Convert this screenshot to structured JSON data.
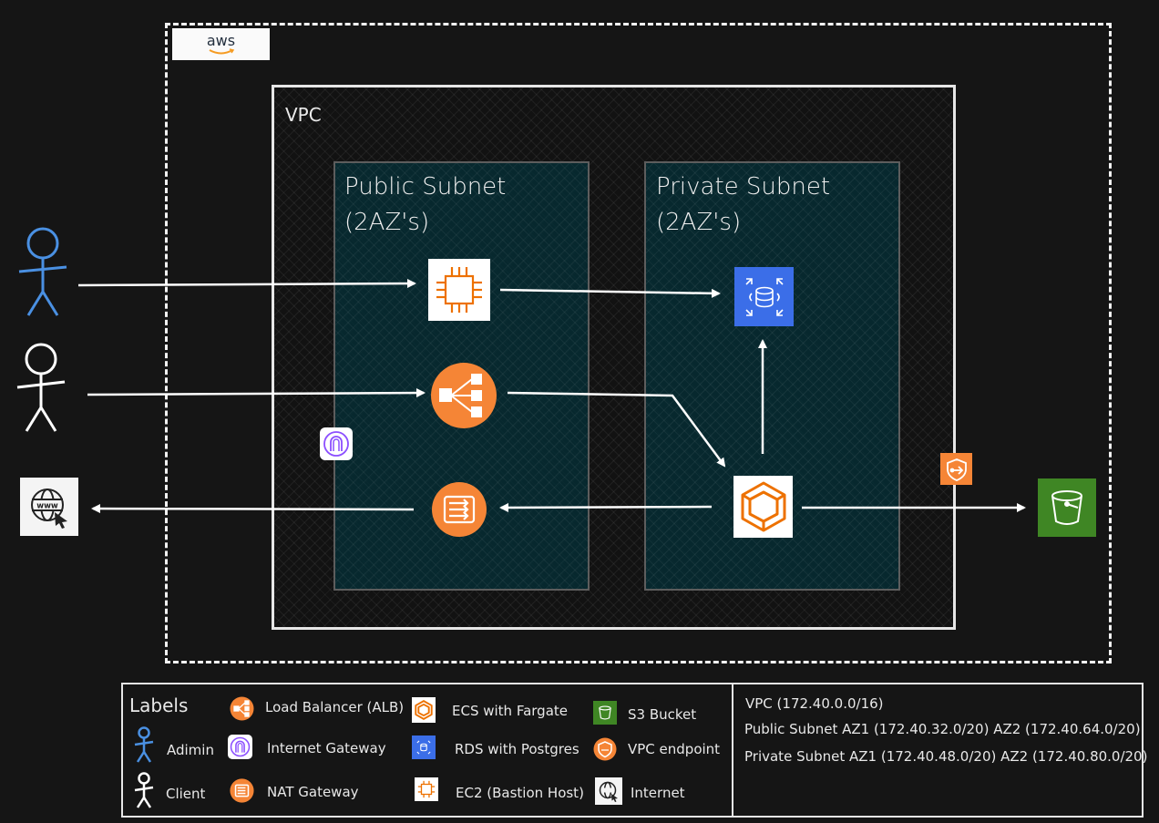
{
  "diagram": {
    "aws_logo": "aws",
    "vpc_label": "VPC",
    "public_subnet": {
      "line1": "Public Subnet",
      "line2": "(2AZ's)"
    },
    "private_subnet": {
      "line1": "Private Subnet",
      "line2": "(2AZ's)"
    },
    "icons": [
      "admin-actor",
      "client-actor",
      "internet-globe",
      "ec2-bastion",
      "alb",
      "nat-gateway",
      "internet-gateway",
      "rds-postgres",
      "ecs-fargate",
      "vpc-endpoint",
      "s3-bucket"
    ]
  },
  "legend": {
    "title": "Labels",
    "items": {
      "admin": "Adimin",
      "client": "Client",
      "alb": "Load Balancer (ALB)",
      "igw": "Internet Gateway",
      "nat": "NAT Gateway",
      "ecs": "ECS with Fargate",
      "rds": "RDS with Postgres",
      "ec2": "EC2 (Bastion Host)",
      "s3": "S3 Bucket",
      "vpce": "VPC endpoint",
      "internet": "Internet"
    },
    "cidrs": [
      "VPC (172.40.0.0/16)",
      "Public Subnet AZ1 (172.40.32.0/20) AZ2 (172.40.64.0/20)",
      "Private Subnet AZ1 (172.40.48.0/20) AZ2 (172.40.80.0/20)"
    ]
  },
  "colors": {
    "background": "#151515",
    "admin_blue": "#4a90e2",
    "aws_orange": "#f58536",
    "rds_blue": "#3b6ee8",
    "s3_green": "#3f8624",
    "igw_purple": "#8c4fff"
  }
}
